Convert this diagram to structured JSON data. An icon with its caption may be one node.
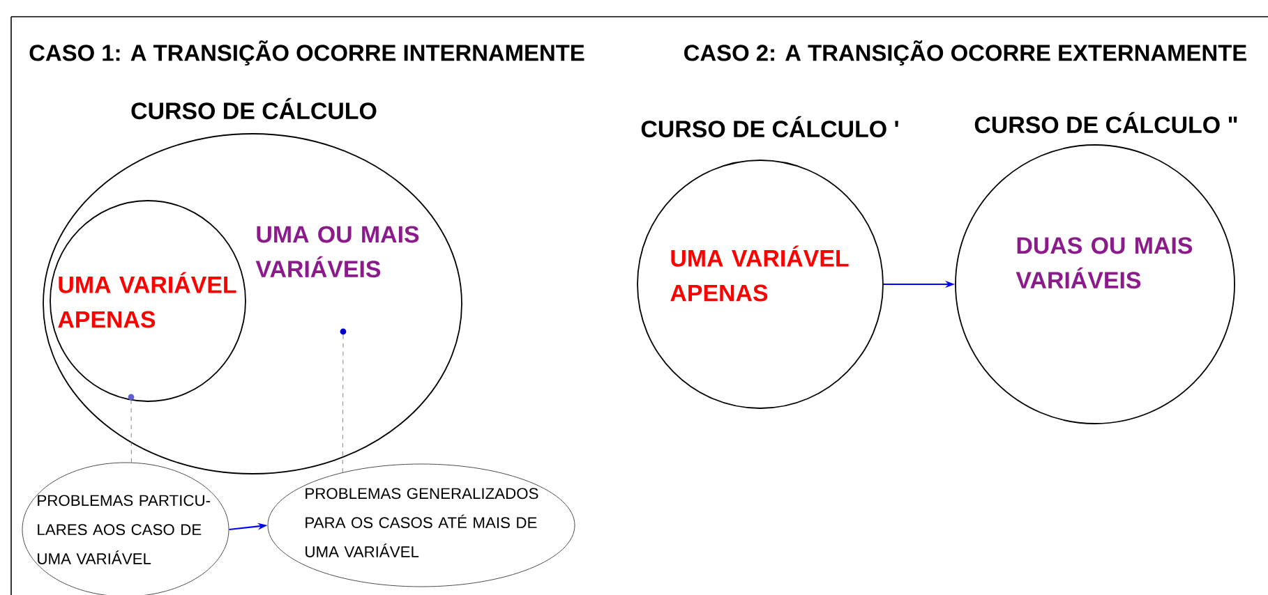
{
  "diagram": {
    "nodes": [
      {
        "text": [
          "CURSO DE CÁLCULO",
          "UMA OU MAIS VARIÁVEIS"
        ]
      },
      {
        "text": [
          "UMA VARIÁVEL APENAS"
        ],
        "in": 0
      },
      {
        "text": [
          "PROBLEMAS PARTICU- LARES AOS CASO DE UMA VARIÁVEL"
        ]
      },
      {
        "text": [
          "PROBLEMAS GENERALIZADOS PARA OS CASOS ATÉ MAIS DE UMA VARIÁVEL"
        ]
      },
      {
        "text": [
          "CURSO DE CÁLCULO '",
          "UMA VARIÁVEL APENAS"
        ]
      },
      {
        "text": [
          "CURSO DE CÁLCULO \"",
          "DUAS OU MAIS VARIÁVEIS"
        ]
      },
      {
        "text": [],
        "shape": "circle",
        "in": 1
      },
      {
        "text": [],
        "shape": "circle",
        "in": 0
      }
    ],
    "edges": [
      {
        "from": 2,
        "to": 6,
        "arrow": "none",
        "style": "dashed",
        "color": "#666666"
      },
      {
        "from": 3,
        "to": 7,
        "arrow": "none",
        "style": "dashed",
        "color": "#666666"
      },
      {
        "from": 2,
        "to": 3,
        "arrow": "to",
        "color": "#0000ff"
      },
      {
        "from": 4,
        "to": 5,
        "arrow": "to",
        "color": "#0000ff"
      }
    ],
    "labels": [
      "CASO 1: A TRANSIÇÃO OCORRE INTERNAMENTE",
      "CASO 2: A TRANSIÇÃO OCORRE EXTERNAMENTE"
    ]
  }
}
